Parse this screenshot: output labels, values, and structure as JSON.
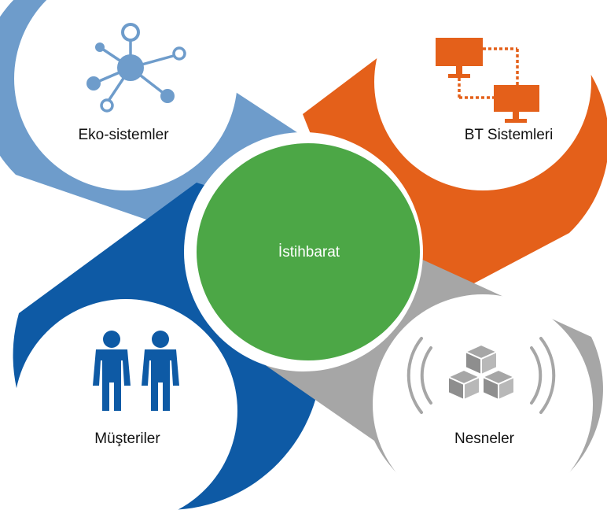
{
  "diagram": {
    "center": {
      "label": "İstihbarat",
      "color": "#4ca746"
    },
    "nodes": [
      {
        "id": "ecosystems",
        "label": "Eko-sistemler",
        "color": "#6e9ccb",
        "icon": "network-icon"
      },
      {
        "id": "it-systems",
        "label": "BT Sistemleri",
        "color": "#e4601a",
        "icon": "connected-computers-icon"
      },
      {
        "id": "customers",
        "label": "Müşteriler",
        "color": "#0e5aa5",
        "icon": "people-icon"
      },
      {
        "id": "objects",
        "label": "Nesneler",
        "color": "#a6a6a6",
        "icon": "wireless-cubes-icon"
      }
    ]
  }
}
